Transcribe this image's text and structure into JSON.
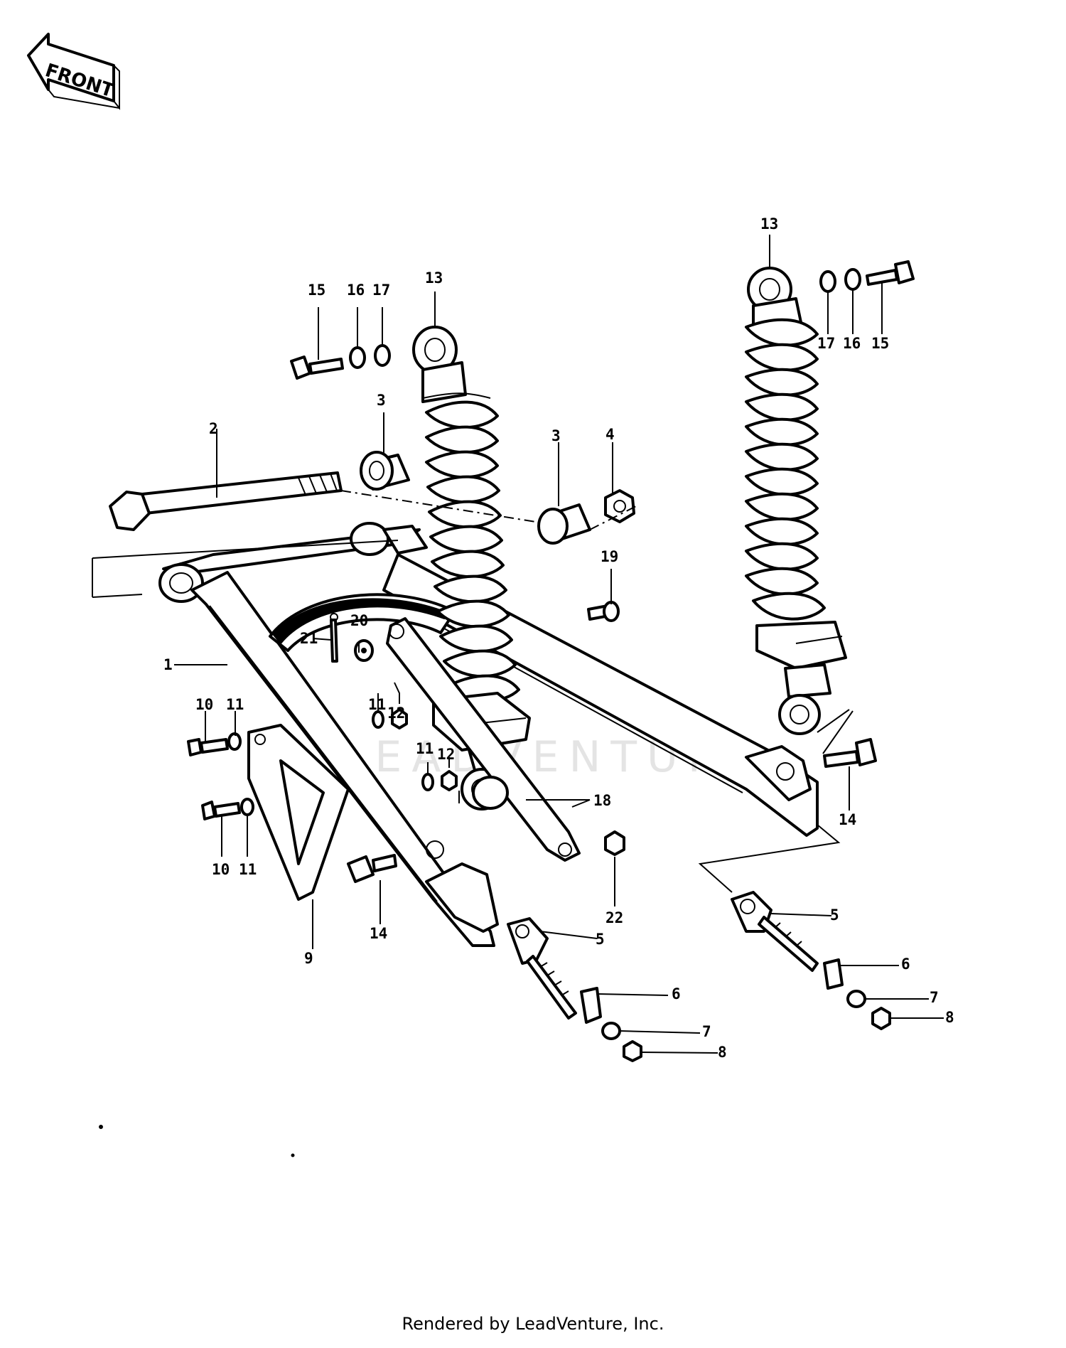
{
  "front_label": "FRONT",
  "footer": "Rendered by LeadVenture, Inc.",
  "watermark": "LEADVENTURE",
  "callouts": [
    {
      "id": "c1",
      "text": "1"
    },
    {
      "id": "c2",
      "text": "2"
    },
    {
      "id": "c3a",
      "text": "3"
    },
    {
      "id": "c3b",
      "text": "3"
    },
    {
      "id": "c4",
      "text": "4"
    },
    {
      "id": "c5a",
      "text": "5"
    },
    {
      "id": "c5b",
      "text": "5"
    },
    {
      "id": "c6a",
      "text": "6"
    },
    {
      "id": "c6b",
      "text": "6"
    },
    {
      "id": "c7a",
      "text": "7"
    },
    {
      "id": "c7b",
      "text": "7"
    },
    {
      "id": "c8a",
      "text": "8"
    },
    {
      "id": "c8b",
      "text": "8"
    },
    {
      "id": "c9",
      "text": "9"
    },
    {
      "id": "c10a",
      "text": "10"
    },
    {
      "id": "c10b",
      "text": "10"
    },
    {
      "id": "c11a",
      "text": "11"
    },
    {
      "id": "c11b",
      "text": "11"
    },
    {
      "id": "c11c",
      "text": "11"
    },
    {
      "id": "c11d",
      "text": "11"
    },
    {
      "id": "c12a",
      "text": "12"
    },
    {
      "id": "c12b",
      "text": "12"
    },
    {
      "id": "c13a",
      "text": "13"
    },
    {
      "id": "c13b",
      "text": "13"
    },
    {
      "id": "c14a",
      "text": "14"
    },
    {
      "id": "c14b",
      "text": "14"
    },
    {
      "id": "c15a",
      "text": "15"
    },
    {
      "id": "c15b",
      "text": "15"
    },
    {
      "id": "c16a",
      "text": "16"
    },
    {
      "id": "c16b",
      "text": "16"
    },
    {
      "id": "c17a",
      "text": "17"
    },
    {
      "id": "c17b",
      "text": "17"
    },
    {
      "id": "c18",
      "text": "18"
    },
    {
      "id": "c19",
      "text": "19"
    },
    {
      "id": "c20",
      "text": "20"
    },
    {
      "id": "c21",
      "text": "21"
    },
    {
      "id": "c22",
      "text": "22"
    }
  ]
}
